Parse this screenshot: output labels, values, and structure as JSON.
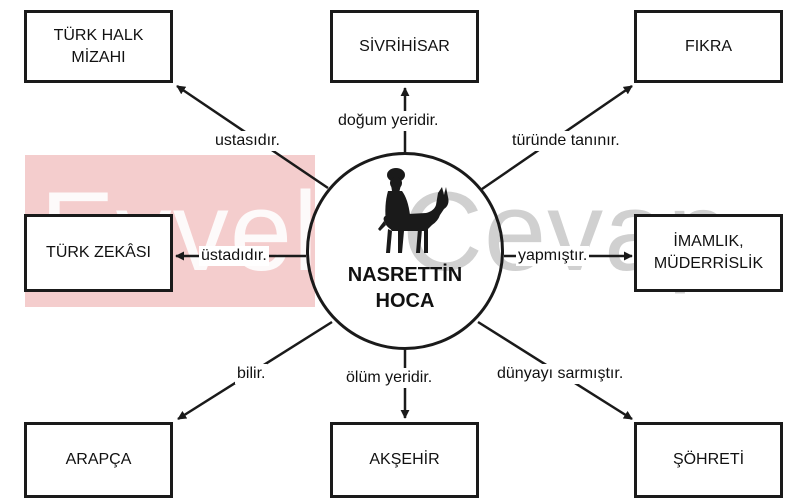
{
  "center": {
    "title": "NASRETTİN\nHOCA",
    "icon": "donkey-rider-icon"
  },
  "boxes": {
    "top_left": "TÜRK HALK\nMİZAHI",
    "top_center": "SİVRİHİSAR",
    "top_right": "FIKRA",
    "mid_left": "TÜRK ZEKÂSI",
    "mid_right": "İMAMLIK,\nMÜDERRİSLİK",
    "bottom_left": "ARAPÇA",
    "bottom_center": "AKŞEHİR",
    "bottom_right": "ŞÖHRETİ"
  },
  "relations": {
    "top_left": "ustasıdır.",
    "top_center": "doğum yeridir.",
    "top_right": "türünde tanınır.",
    "mid_left": "üstadıdır.",
    "mid_right": "yapmıştır.",
    "bottom_left": "bilir.",
    "bottom_center": "ölüm yeridir.",
    "bottom_right": "dünyayı sarmıştır."
  },
  "watermark": {
    "left": "Evvel",
    "right": "Cevap"
  },
  "colors": {
    "line": "#1a1a1a",
    "watermark_band": "#f2c4c4",
    "watermark_text": "#c8c8c8"
  }
}
